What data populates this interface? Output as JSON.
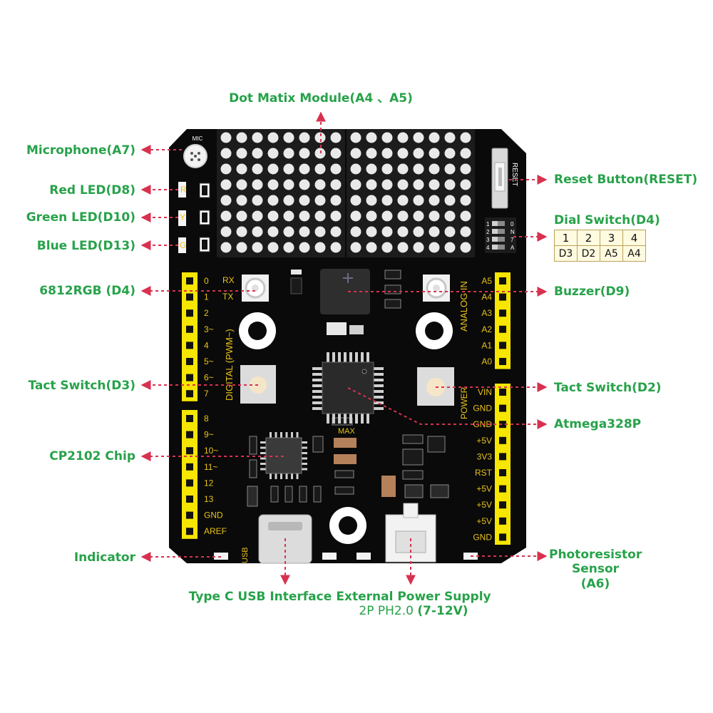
{
  "callouts": {
    "dot_matrix": "Dot Matix Module(A4 、A5)",
    "microphone": "Microphone(A7)",
    "red_led": "Red LED(D8)",
    "green_led": "Green LED(D10)",
    "blue_led": "Blue LED(D13)",
    "rgb": "6812RGB (D4)",
    "tact_left": "Tact Switch(D3)",
    "cp2102": "CP2102 Chip",
    "indicator": "Indicator",
    "usb": "Type C USB Interface",
    "power_title": "External Power Supply",
    "power_sub": "2P PH2.0",
    "power_volt": "(7-12V)",
    "reset": "Reset Button(RESET)",
    "dial": "Dial Switch(D4)",
    "buzzer": "Buzzer(D9)",
    "tact_right": "Tact Switch(D2)",
    "mcu": "Atmega328P",
    "photo_1": "Photoresistor",
    "photo_2": "Sensor",
    "photo_3": "(A6)"
  },
  "dial_table": {
    "top": [
      "1",
      "2",
      "3",
      "4"
    ],
    "bottom": [
      "D3",
      "D2",
      "A5",
      "A4"
    ]
  },
  "board": {
    "mic_label": "MIC",
    "reset_label": "RESET",
    "led_labels": [
      "R",
      "Y",
      "G"
    ],
    "dip_numbers": [
      "1",
      "2",
      "3",
      "4"
    ],
    "dip_letters": [
      "0",
      "N",
      "7",
      "A"
    ],
    "rx": "RX",
    "tx": "TX",
    "digital_label": "DIGITAL   (PWM~)",
    "analog_label": "ANALOG IN",
    "power_label": "POWER",
    "max_label": "MAX",
    "usb_label": "USB",
    "left_pins_top": [
      "0",
      "1",
      "2",
      "3~",
      "4",
      "5~",
      "6~",
      "7"
    ],
    "left_pins_bottom": [
      "8",
      "9~",
      "10~",
      "11~",
      "12",
      "13",
      "GND",
      "AREF"
    ],
    "analog_pins": [
      "A5",
      "A4",
      "A3",
      "A2",
      "A1",
      "A0"
    ],
    "power_pins": [
      "VIN",
      "GND",
      "GND",
      "+5V",
      "3V3",
      "RST",
      "+5V",
      "+5V",
      "+5V",
      "GND"
    ]
  },
  "colors": {
    "label_green": "#27a24a",
    "arrow_red": "#d8314f",
    "board": "#0a0a0a",
    "header_yellow": "#f6e600",
    "silk": "#e8c21a"
  }
}
